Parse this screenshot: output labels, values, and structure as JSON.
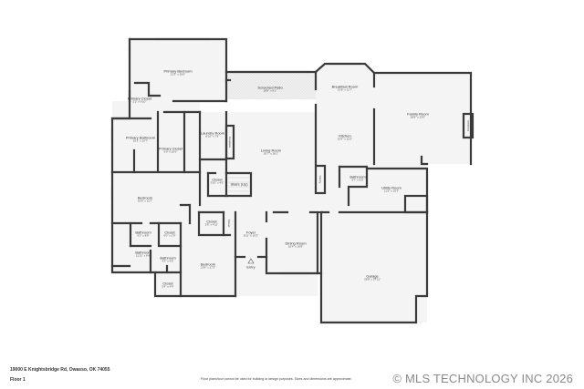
{
  "plan": {
    "address": "19000 E Knightsbridge Rd, Owasso, OK 74055",
    "floor": "Floor 1",
    "disclaimer": "Floor plans/tour cannot be used for building or design purposes. Sizes and dimensions are approximate.",
    "watermark": "© MLS TECHNOLOGY INC 2026"
  },
  "rooms": [
    {
      "name": "Primary Bedroom",
      "dim": "21'3\" x 20'0\""
    },
    {
      "name": "Primary Closet",
      "dim": "5'2\" x 6'10\""
    },
    {
      "name": "Screened Patio",
      "dim": "28'8\" x 8'1\""
    },
    {
      "name": "Breakfast Room",
      "dim": "13'8\" x 11'7\""
    },
    {
      "name": "Family Room",
      "dim": "28'8\" x 23'0\""
    },
    {
      "name": "Primary Bathroom",
      "dim": "16'1\" x 10'7\""
    },
    {
      "name": "Primary Closet",
      "dim": "6'0\" x 10'6\""
    },
    {
      "name": "Laundry Room",
      "dim": "6'10\" x 7'6\""
    },
    {
      "name": "Living Room",
      "dim": "20'7\" x 26'1\""
    },
    {
      "name": "Kitchen",
      "dim": "13'4\" x 12'2\""
    },
    {
      "name": "Closet",
      "dim": "3'10\" x 4'5\""
    },
    {
      "name": "Stairs (Up)",
      "dim": ""
    },
    {
      "name": "Pantry",
      "dim": "2'6\" x 4'9\""
    },
    {
      "name": "Bathroom",
      "dim": "6'7\" x 6'0\""
    },
    {
      "name": "Utility Room",
      "dim": "11'2\" x 10'3\""
    },
    {
      "name": "Bedroom",
      "dim": "16'8\" x 11'7\""
    },
    {
      "name": "Closet",
      "dim": "5'6\" x 4'11\""
    },
    {
      "name": "Closet",
      "dim": "2'4\" x 4'7\""
    },
    {
      "name": "Bathroom",
      "dim": "6'2\" x 8'8\""
    },
    {
      "name": "Closet",
      "dim": "6'0\" x 2'9\""
    },
    {
      "name": "Foyer",
      "dim": "8'11\" x 10'3\""
    },
    {
      "name": "Dining Room",
      "dim": "15'4\" x 16'8\""
    },
    {
      "name": "Bathroom",
      "dim": "11'11\" x 6'4\""
    },
    {
      "name": "Bathroom",
      "dim": "4'3\" x 6'5\""
    },
    {
      "name": "Bedroom",
      "dim": "13'8\" x 17'3\""
    },
    {
      "name": "Entry",
      "dim": ""
    },
    {
      "name": "Closet",
      "dim": "5'4\" x 4'4\""
    },
    {
      "name": "Garage",
      "dim": "38'8\" x 37'11\""
    }
  ],
  "fixtures": {
    "fireplace_1": "Fireplace",
    "fireplace_2": "Fireplace"
  }
}
